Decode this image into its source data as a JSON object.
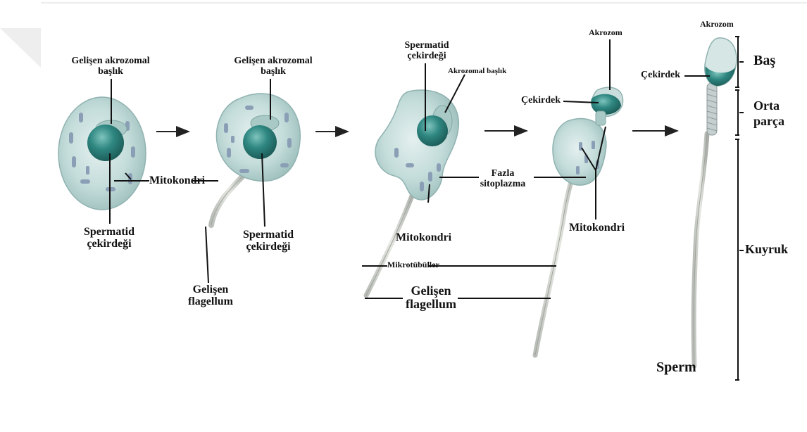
{
  "labels": {
    "stage1_acrosome": "Gelişen akrozomal başlık",
    "stage1_nucleus": "Spermatid çekirdeği",
    "mito_a": "Mitokondri",
    "stage2_acrosome": "Gelişen akrozomal başlık",
    "stage2_nucleus": "Spermatid çekirdeği",
    "stage2_flagellum": "Gelişen flagellum",
    "stage3_nucleus": "Spermatid çekirdeği",
    "stage3_cap": "Akrozomal başlık",
    "mito_b": "Mitokondri",
    "excess_cytoplasm": "Fazla sitoplazma",
    "microtubules": "Mikrotübüller",
    "stage3_flagellum": "Gelişen flagellum",
    "stage4_acrosome": "Akrozom",
    "stage4_nucleus": "Çekirdek",
    "mito_c": "Mitokondri",
    "sperm_acrosome": "Akrozom",
    "sperm_nucleus": "Çekirdek",
    "head": "Baş",
    "midpiece": "Orta parça",
    "tail": "Kuyruk",
    "sperm": "Sperm"
  },
  "colors": {
    "cell_fill": "#bfd8d6",
    "cell_edge": "#8fb2b0",
    "nucleus": "#2e7f7b",
    "mitochondria": "#8a9fb5",
    "line": "#111111"
  }
}
